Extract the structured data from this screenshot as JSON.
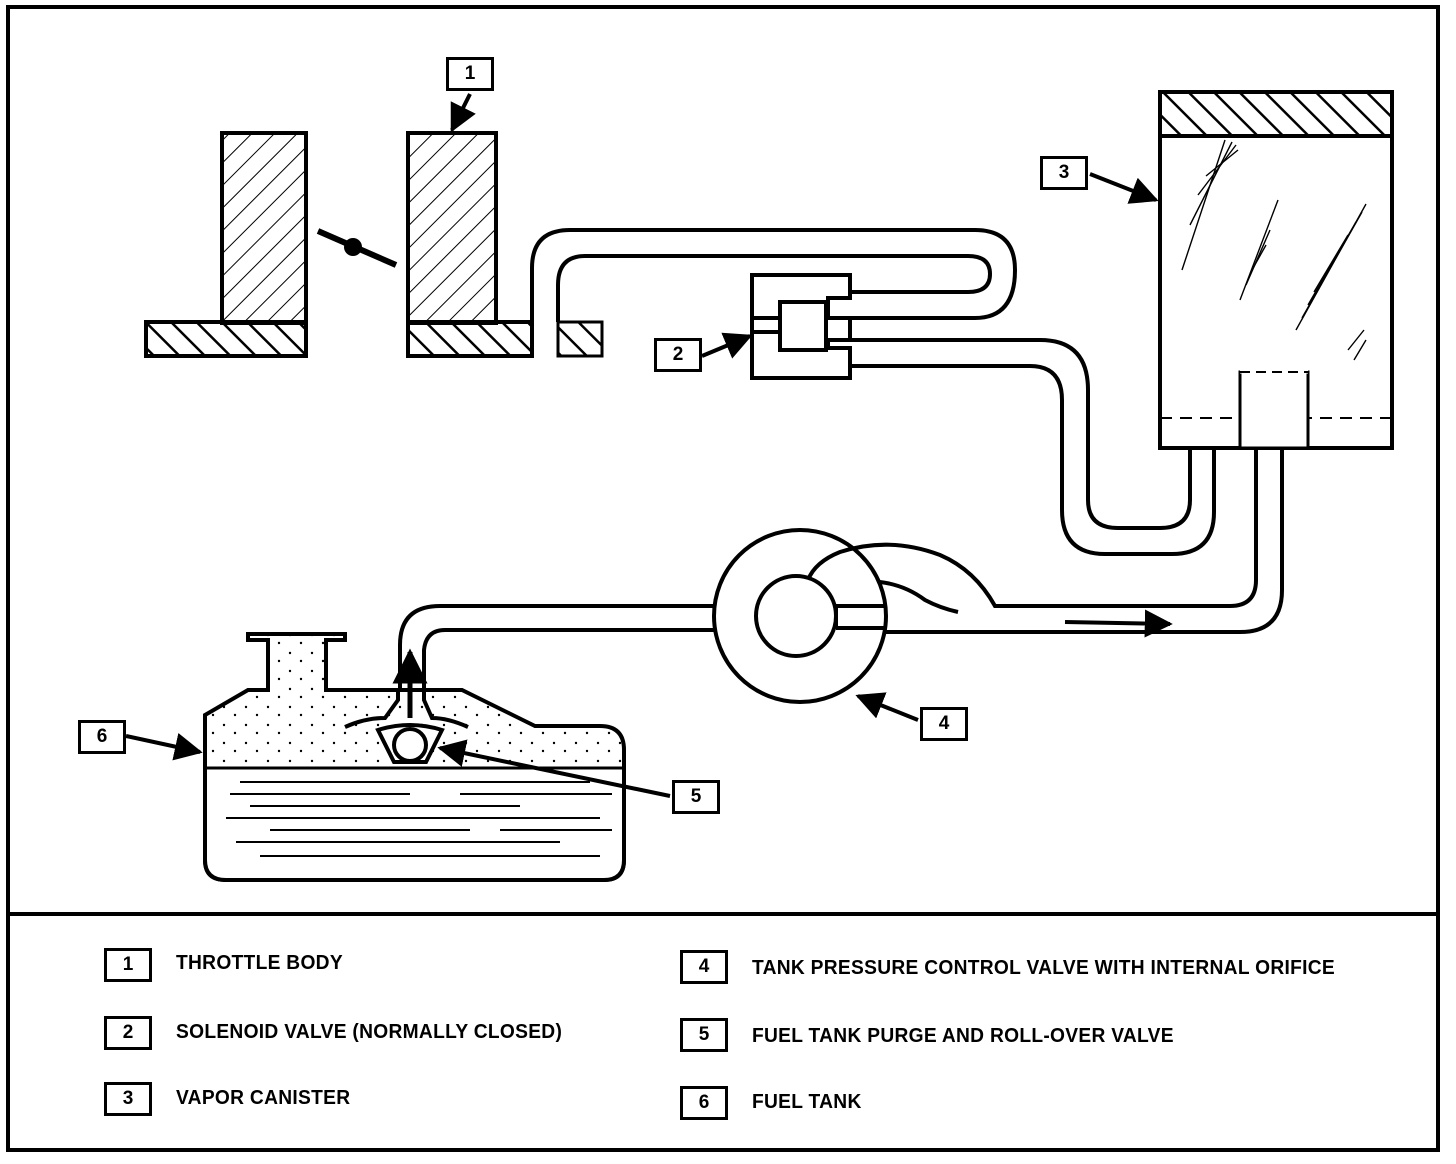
{
  "callouts": {
    "c1": "1",
    "c2": "2",
    "c3": "3",
    "c4": "4",
    "c5": "5",
    "c6": "6"
  },
  "legend": [
    {
      "number": "1",
      "text": "THROTTLE BODY"
    },
    {
      "number": "2",
      "text": "SOLENOID VALVE (NORMALLY CLOSED)"
    },
    {
      "number": "3",
      "text": "VAPOR CANISTER"
    },
    {
      "number": "4",
      "text": "TANK PRESSURE CONTROL VALVE WITH INTERNAL ORIFICE"
    },
    {
      "number": "5",
      "text": "FUEL TANK PURGE AND ROLL-OVER VALVE"
    },
    {
      "number": "6",
      "text": "FUEL TANK"
    }
  ]
}
